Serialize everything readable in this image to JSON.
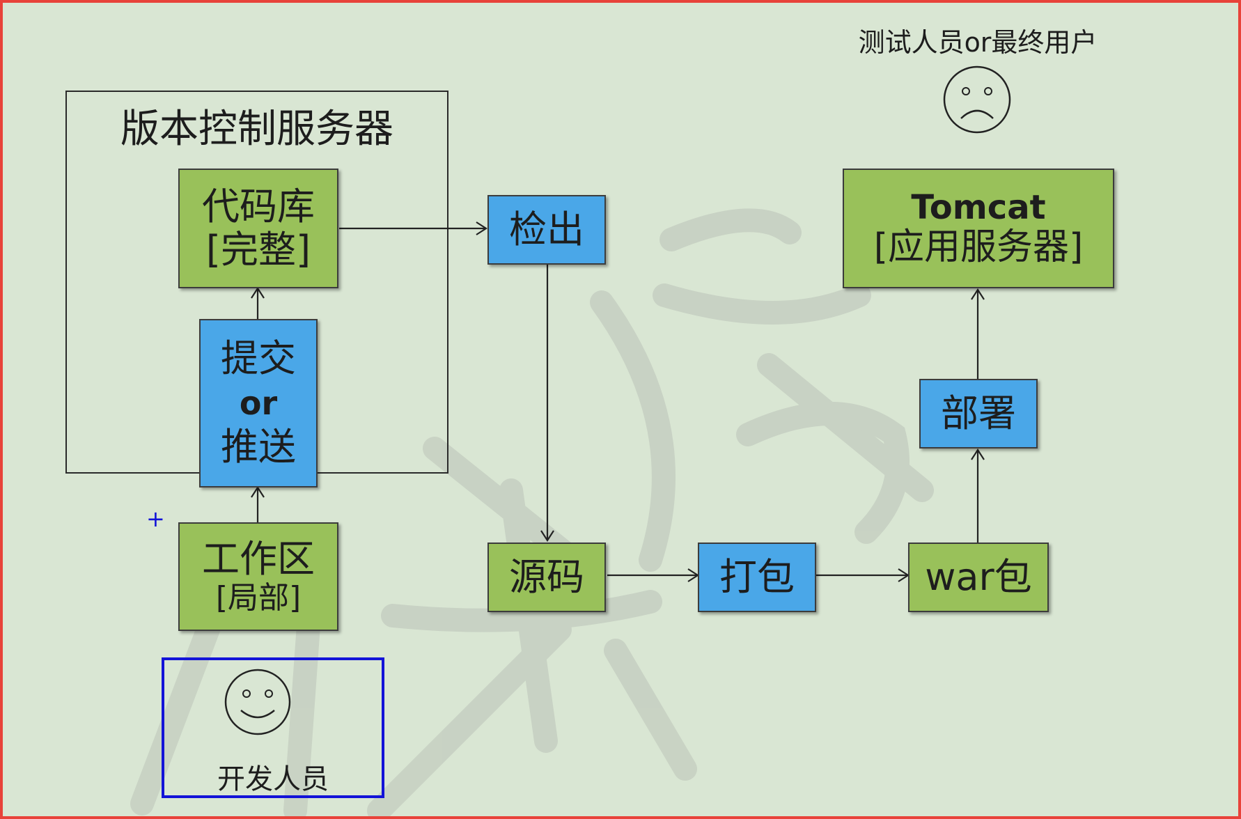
{
  "diagram": {
    "vcs_server_label": "版本控制服务器",
    "repo": {
      "line1": "代码库",
      "line2": "[完整]"
    },
    "commit": {
      "line1": "提交",
      "line2": "or",
      "line3": "推送"
    },
    "workspace": {
      "line1": "工作区",
      "line2": "[局部]"
    },
    "developer_label": "开发人员",
    "checkout": "检出",
    "source": "源码",
    "package": "打包",
    "war": "war包",
    "deploy": "部署",
    "tomcat": {
      "line1": "Tomcat",
      "line2": "[应用服务器]"
    },
    "tester_label": "测试人员or最终用户",
    "plus_marker": "+"
  },
  "colors": {
    "background": "#d9e6d3",
    "frame": "#e8433a",
    "green_box": "#99c15a",
    "blue_box": "#4aa7e8",
    "selection": "#1313d8"
  },
  "icons": [
    "smiley-face-icon",
    "sad-face-icon"
  ]
}
